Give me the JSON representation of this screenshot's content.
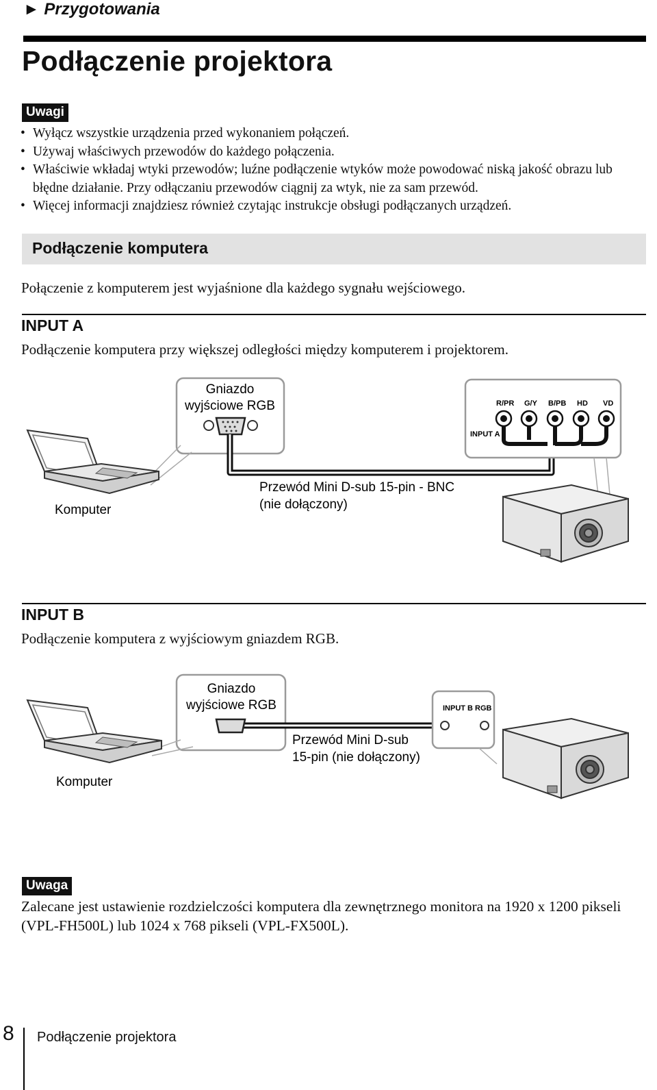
{
  "breadcrumb": "► Przygotowania",
  "title": "Podłączenie projektora",
  "notes_tag": "Uwagi",
  "notes": [
    "Wyłącz wszystkie urządzenia przed wykonaniem połączeń.",
    "Używaj właściwych przewodów do każdego połączenia.",
    "Właściwie wkładaj wtyki przewodów; luźne podłączenie wtyków może powodować niską jakość obrazu lub błędne działanie. Przy odłączaniu przewodów ciągnij za wtyk, nie za sam przewód.",
    "Więcej informacji znajdziesz również czytając instrukcje obsługi podłączanych urządzeń."
  ],
  "section_title": "Podłączenie komputera",
  "section_intro": "Połączenie z komputerem jest wyjaśnione dla każdego sygnału wejściowego.",
  "input_a": {
    "heading": "INPUT A",
    "desc": "Podłączenie komputera przy większej odległości między komputerem i projektorem.",
    "rgb_label_1": "Gniazdo",
    "rgb_label_2": "wyjściowe RGB",
    "computer_label": "Komputer",
    "cable_label_1": "Przewód Mini D-sub 15-pin - BNC",
    "cable_label_2": "(nie dołączony)",
    "panel_label": "INPUT A",
    "ports": [
      "R/PR",
      "G/Y",
      "B/PB",
      "HD",
      "VD"
    ]
  },
  "input_b": {
    "heading": "INPUT B",
    "desc": "Podłączenie komputera z wyjściowym gniazdem RGB.",
    "rgb_label_1": "Gniazdo",
    "rgb_label_2": "wyjściowe RGB",
    "computer_label": "Komputer",
    "cable_label_1": "Przewód Mini D-sub",
    "cable_label_2": "15-pin (nie dołączony)",
    "panel_label": "INPUT B RGB"
  },
  "note_tag": "Uwaga",
  "note_text": "Zalecane jest ustawienie rozdzielczości komputera dla zewnętrznego monitora na 1920 x 1200 pikseli (VPL-FH500L) lub 1024 x 768 pikseli (VPL-FX500L).",
  "footer": {
    "page_number": "8",
    "title": "Podłączenie projektora"
  }
}
